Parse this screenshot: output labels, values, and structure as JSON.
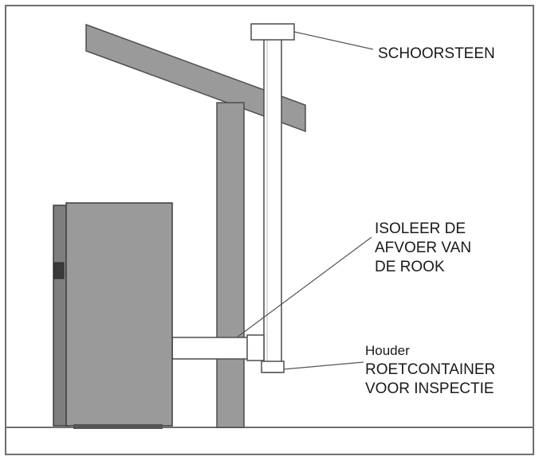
{
  "colors": {
    "frame": "#6e6e6e",
    "body_fill": "#9a9a9a",
    "body_fill_dark": "#7e7e7e",
    "leader": "#555555",
    "text": "#1a1a1a"
  },
  "labels": {
    "chimney": "SCHOORSTEEN",
    "insulate_lines": [
      "ISOLEER DE",
      "AFVOER VAN",
      "DE ROOK"
    ],
    "holder_title": "Houder",
    "holder_lines": [
      "ROETCONTAINER",
      "VOOR INSPECTIE"
    ]
  }
}
